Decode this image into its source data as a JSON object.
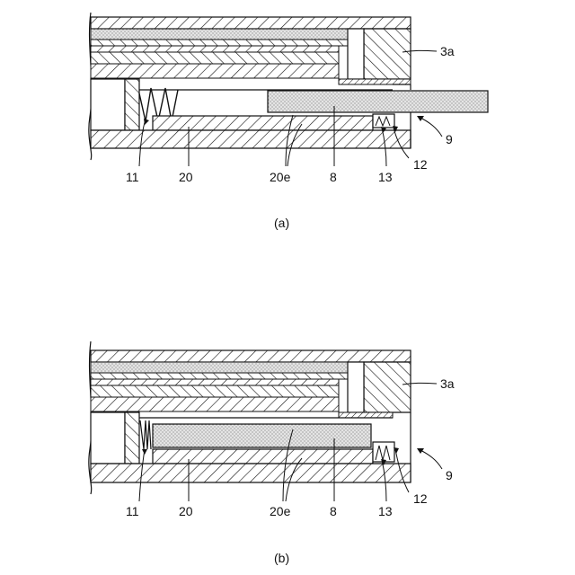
{
  "panels": [
    {
      "caption": "(a)",
      "labels": {
        "housing": "3a",
        "slot": "9",
        "spring": "11",
        "tray": "20",
        "ribs": "20e",
        "card": "8",
        "stopper": "12",
        "stopper_spring": "13"
      }
    },
    {
      "caption": "(b)",
      "labels": {
        "housing": "3a",
        "slot": "9",
        "spring": "11",
        "tray": "20",
        "ribs": "20e",
        "card": "8",
        "stopper": "12",
        "stopper_spring": "13"
      }
    }
  ]
}
